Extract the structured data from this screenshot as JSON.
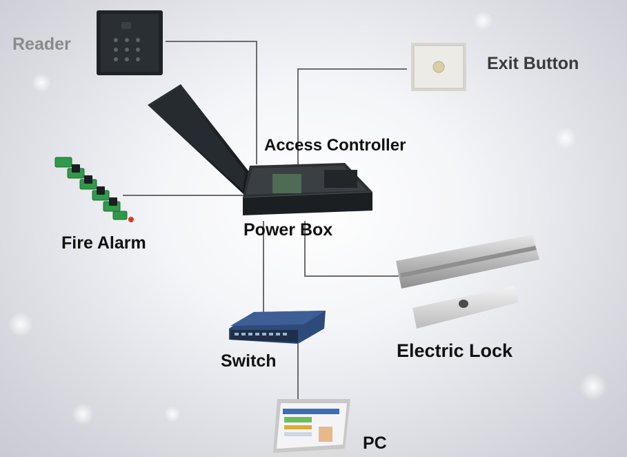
{
  "diagram": {
    "labels": {
      "reader": "Reader",
      "exit_button": "Exit Button",
      "access_controller": "Access Controller",
      "power_box": "Power Box",
      "fire_alarm": "Fire Alarm",
      "electric_lock": "Electric Lock",
      "switch": "Switch",
      "pc": "PC"
    },
    "colors": {
      "line": "#6b6b6b",
      "label_dark": "#111111",
      "label_grey": "#8a8a8a",
      "device_dark": "#1f2326",
      "switch_blue": "#2c4a7a",
      "lock_silver": "#c9c9c9"
    },
    "icons": [
      "reader-keypad-icon",
      "exit-button-icon",
      "power-box-icon",
      "fire-alarm-board-icon",
      "electric-lock-icon",
      "network-switch-icon",
      "laptop-pc-icon"
    ]
  }
}
